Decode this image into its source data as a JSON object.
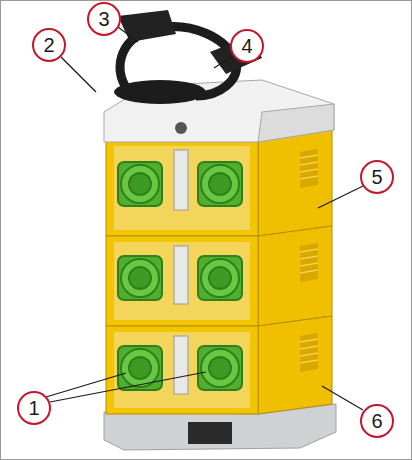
{
  "diagram": {
    "nodes": [
      {
        "text": [
          "2"
        ]
      },
      {
        "text": [
          "3"
        ]
      },
      {
        "text": [
          "4"
        ]
      },
      {
        "text": [
          "5"
        ]
      },
      {
        "text": [
          "1"
        ]
      },
      {
        "text": [
          "6"
        ]
      }
    ]
  }
}
